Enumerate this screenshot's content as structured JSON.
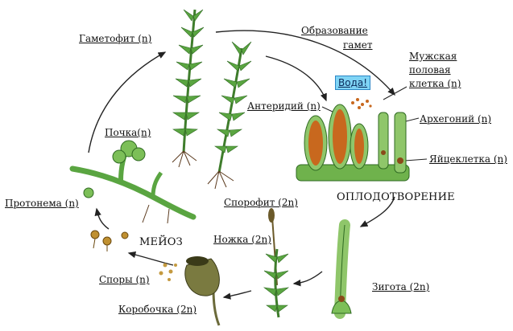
{
  "labels": {
    "gametophyte": "Гаметофит (n)",
    "gamete_formation_1": "Образование",
    "gamete_formation_2": "гамет",
    "male_cell_1": "Мужская",
    "male_cell_2": "половая",
    "male_cell_3": "клетка (n)",
    "water": "Вода!",
    "antheridium": "Антеридий (n)",
    "archegonium": "Архегоний (n)",
    "egg_cell": "Яйцеклетка (n)",
    "bud": "Почка(n)",
    "fertilization": "ОПЛОДОТВОРЕНИЕ",
    "protonema": "Протонема (n)",
    "sporophyte": "Спорофит (2n)",
    "meiosis": "МЕЙОЗ",
    "stalk": "Ножка (2n)",
    "spores": "Споры (n)",
    "zygote": "Зигота (2n)",
    "capsule": "Коробочка (2n)"
  },
  "colors": {
    "moss_green": "#4f9a3a",
    "light_green": "#8fc66a",
    "antheridium_orange": "#c8681e",
    "capsule_brown": "#6b6a3a",
    "arrow": "#222222",
    "water_bg": "#7fd4f5"
  }
}
